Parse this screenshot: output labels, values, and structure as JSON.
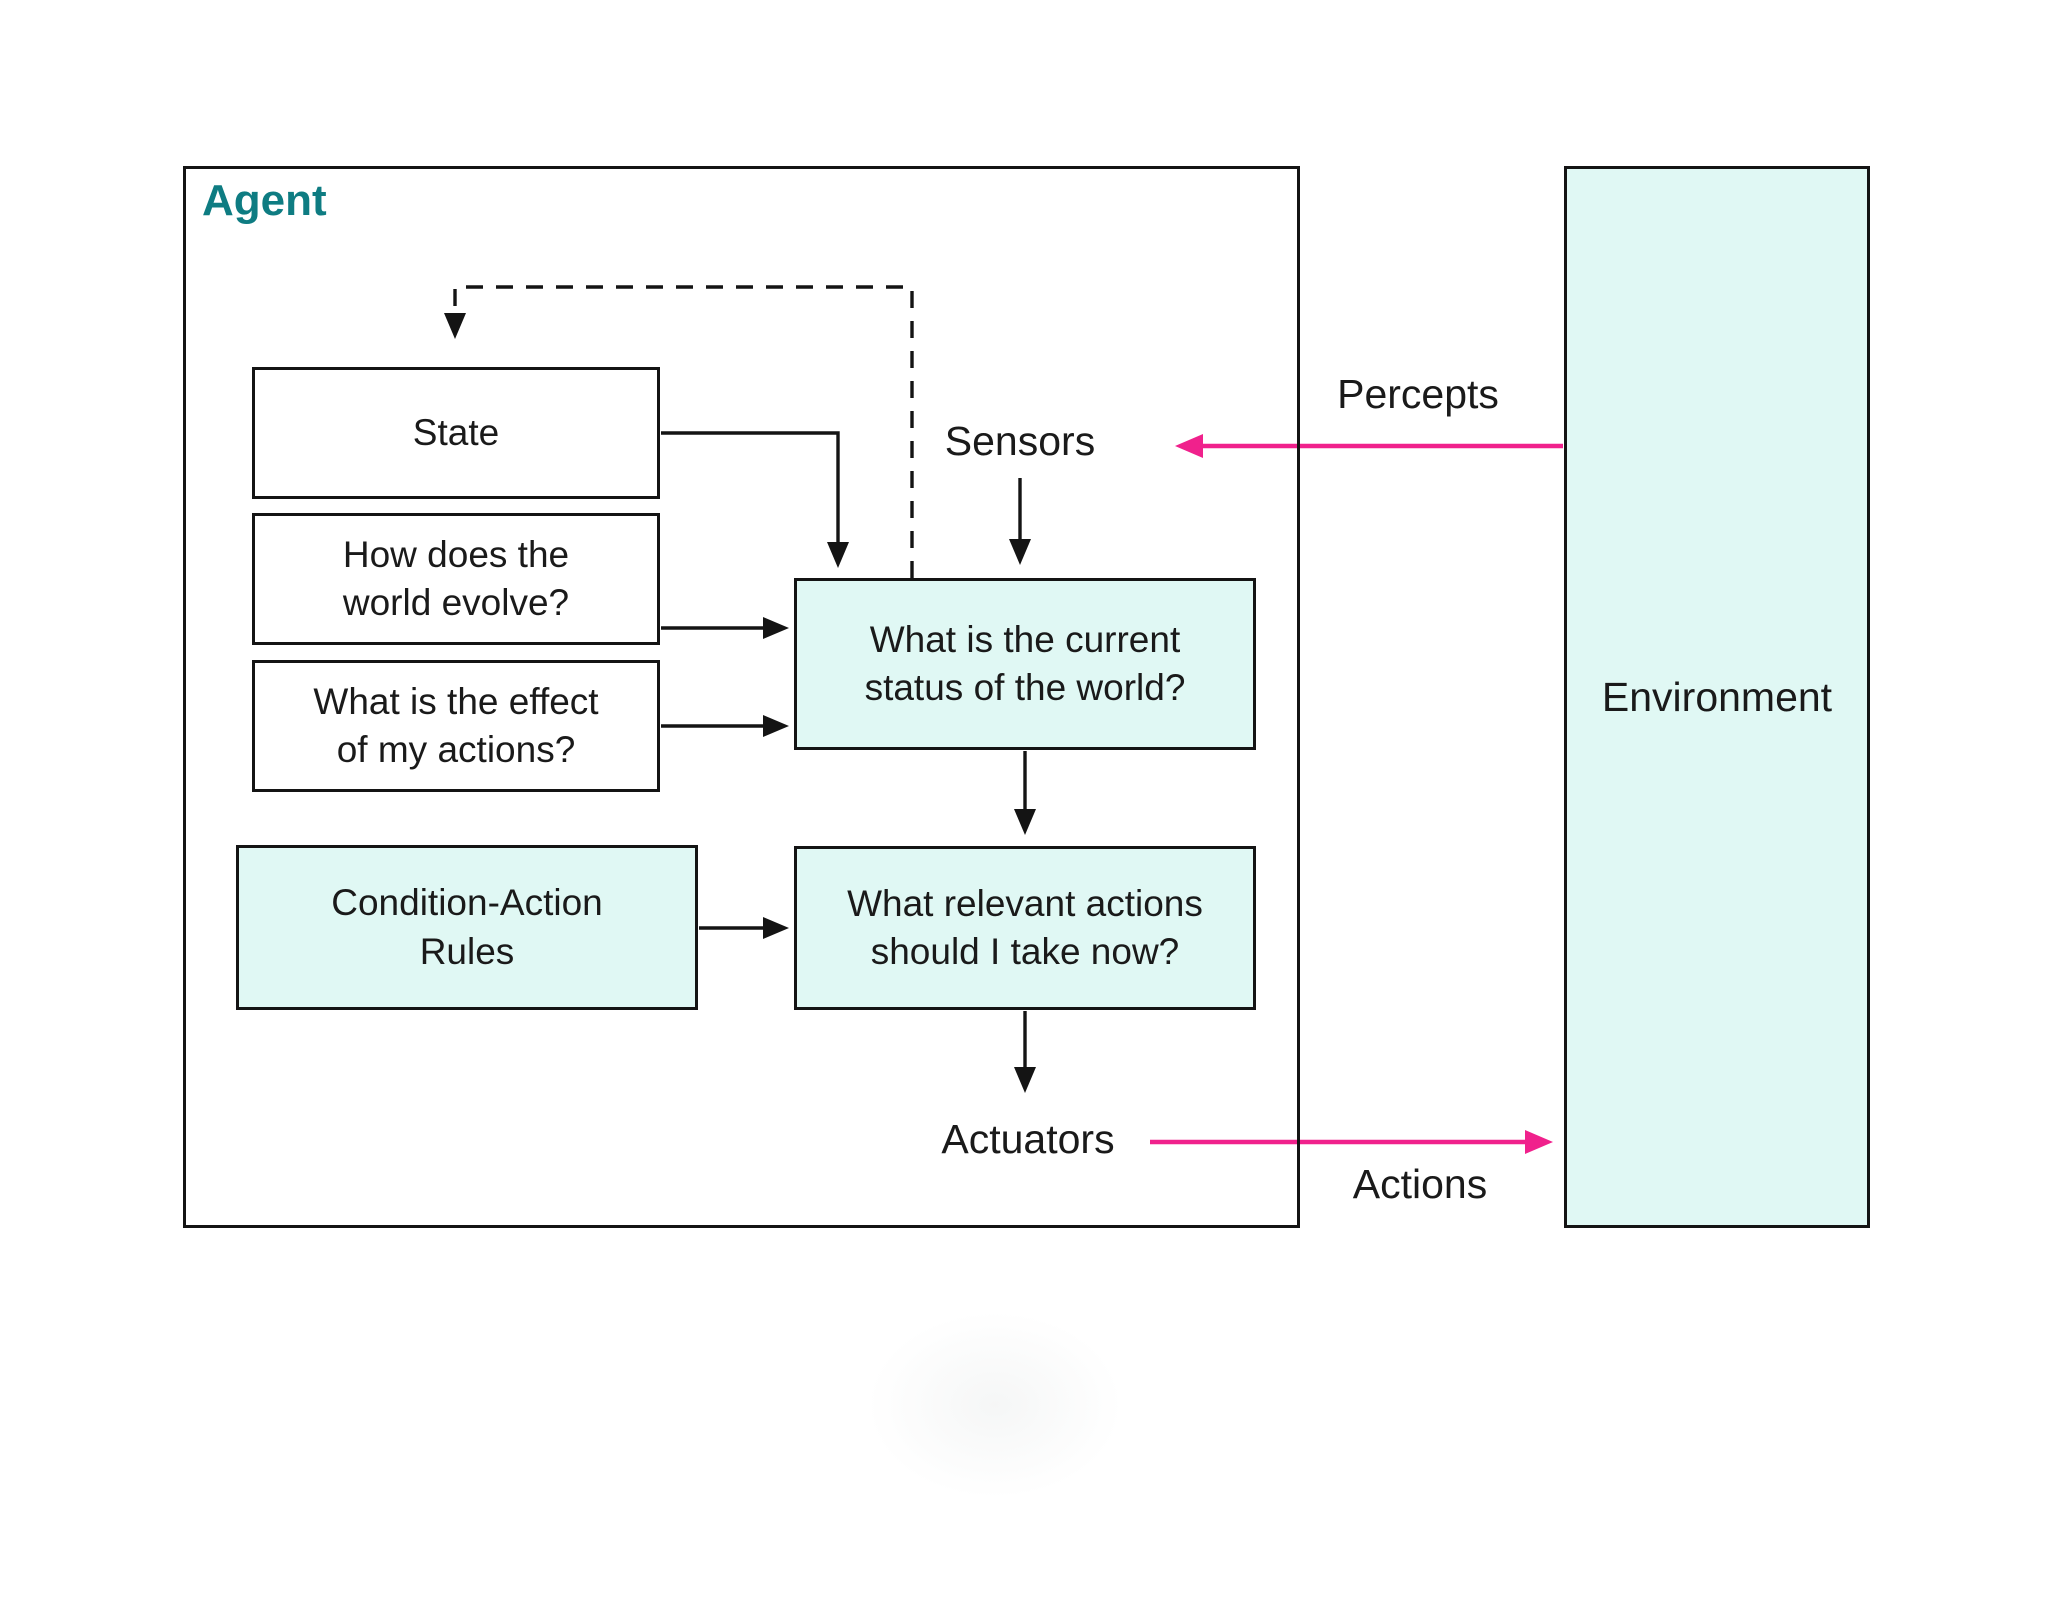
{
  "diagram": {
    "agent": {
      "title": "Agent",
      "nodes": {
        "state": "State",
        "world_evolve": "How does the\nworld evolve?",
        "action_effect": "What is the effect\nof my actions?",
        "condition_action_rules": "Condition-Action\nRules",
        "world_status": "What is the current\nstatus of the world?",
        "relevant_actions": "What relevant actions\nshould I take now?"
      },
      "interfaces": {
        "sensors": "Sensors",
        "actuators": "Actuators"
      }
    },
    "environment": {
      "label": "Environment"
    },
    "flows": {
      "percepts": "Percepts",
      "actions": "Actions"
    },
    "colors": {
      "agent_title_teal": "#0e7c82",
      "node_fill_cyan": "#e0f8f4",
      "flow_arrow_pink": "#f0218c",
      "line_black": "#141414"
    }
  }
}
